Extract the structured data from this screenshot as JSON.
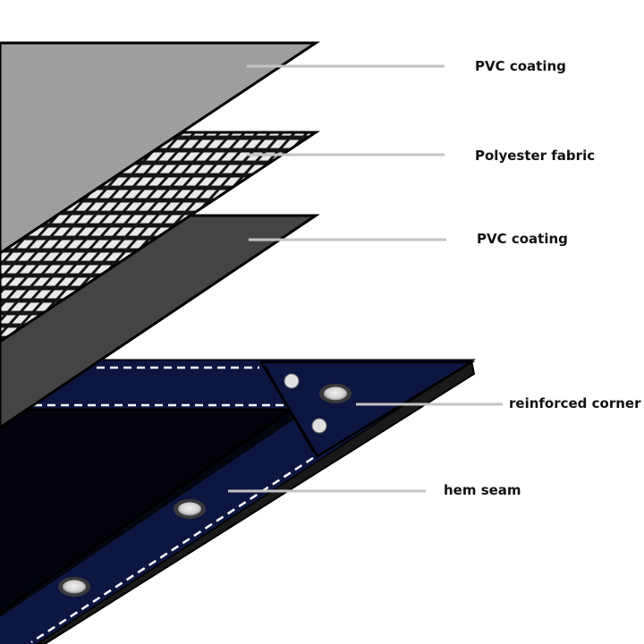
{
  "labels": {
    "layer_top": "PVC coating",
    "layer_middle": "Polyester fabric",
    "layer_bottom": "PVC coating",
    "corner": "reinforced corner",
    "seam": "hem seam"
  },
  "colors": {
    "background": "#ffffff",
    "pvc_top": "#9e9e9e",
    "pvc_bottom": "#444444",
    "mesh_fill": "#e9e9e9",
    "mesh_line": "#151515",
    "tarp_main": "#04060f",
    "tarp_hem": "#0d1640",
    "outline": "#000000",
    "leader_line": "#bdbdbd",
    "eyelet": "#d9d9d9"
  }
}
